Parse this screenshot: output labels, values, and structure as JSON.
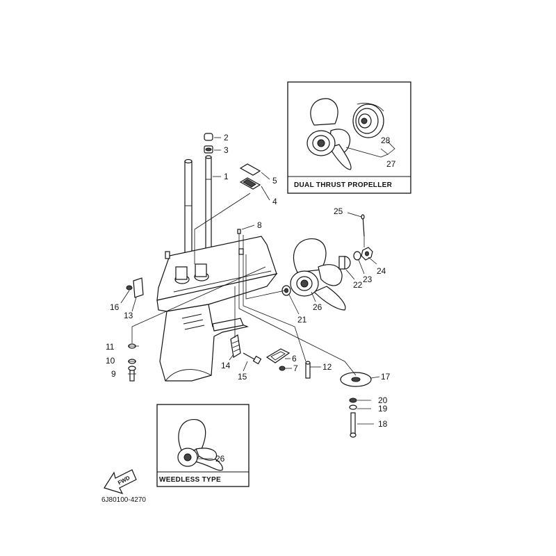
{
  "callouts": [
    {
      "n": "1"
    },
    {
      "n": "2"
    },
    {
      "n": "3"
    },
    {
      "n": "4"
    },
    {
      "n": "5"
    },
    {
      "n": "6"
    },
    {
      "n": "7"
    },
    {
      "n": "8"
    },
    {
      "n": "9"
    },
    {
      "n": "10"
    },
    {
      "n": "11"
    },
    {
      "n": "12"
    },
    {
      "n": "13"
    },
    {
      "n": "14"
    },
    {
      "n": "15"
    },
    {
      "n": "16"
    },
    {
      "n": "17"
    },
    {
      "n": "18"
    },
    {
      "n": "19"
    },
    {
      "n": "20"
    },
    {
      "n": "21"
    },
    {
      "n": "22"
    },
    {
      "n": "23"
    },
    {
      "n": "24"
    },
    {
      "n": "25"
    },
    {
      "n": "26"
    },
    {
      "n": "27"
    },
    {
      "n": "28"
    },
    {
      "n": "26"
    }
  ],
  "insets": {
    "dual_thrust": "DUAL THRUST PROPELLER",
    "weedless": "WEEDLESS TYPE"
  },
  "fwd_label": "FWD",
  "diagram_code": "6J80100-4270"
}
